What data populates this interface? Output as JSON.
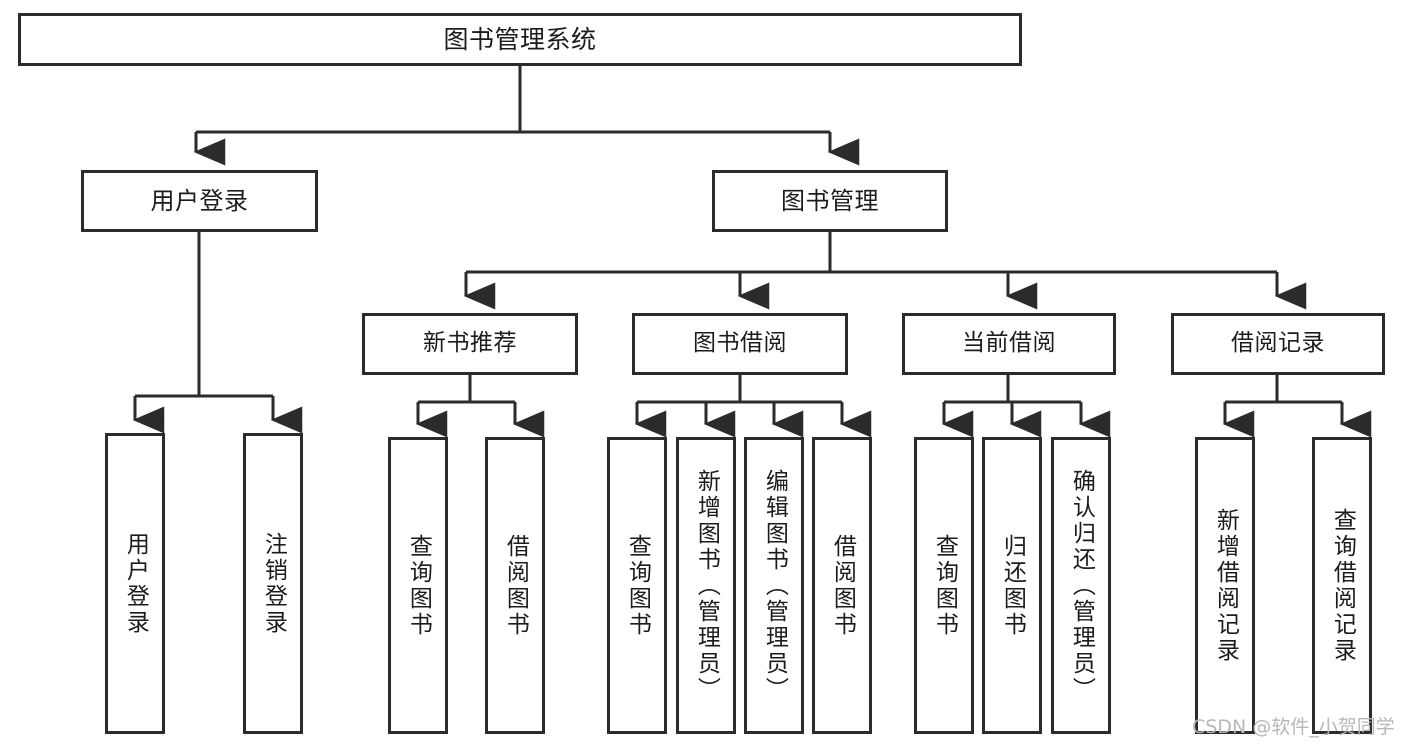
{
  "diagram": {
    "type": "hierarchy-tree",
    "title": "图书管理系统",
    "watermark": "CSDN @软件_小贺同学",
    "colors": {
      "box_border": "#2b2b2b",
      "box_fill": "#ffffff",
      "connector": "#2b2b2b",
      "text": "#1c1c1c",
      "watermark": "#b8b8b8"
    },
    "nodes": {
      "root": {
        "label": "图书管理系统"
      },
      "level2": [
        {
          "label": "用户登录"
        },
        {
          "label": "图书管理"
        }
      ],
      "level3": [
        {
          "label": "新书推荐"
        },
        {
          "label": "图书借阅"
        },
        {
          "label": "当前借阅"
        },
        {
          "label": "借阅记录"
        }
      ],
      "leaves": {
        "user_login": [
          {
            "label": "用户登录"
          },
          {
            "label": "注销登录"
          }
        ],
        "new_book": [
          {
            "label": "查询图书"
          },
          {
            "label": "借阅图书"
          }
        ],
        "book_borrow": [
          {
            "label": "查询图书"
          },
          {
            "label": "新增图书（管理员）"
          },
          {
            "label": "编辑图书（管理员）"
          },
          {
            "label": "借阅图书"
          }
        ],
        "current_borrow": [
          {
            "label": "查询图书"
          },
          {
            "label": "归还图书"
          },
          {
            "label": "确认归还（管理员）"
          }
        ],
        "borrow_record": [
          {
            "label": "新增借阅记录"
          },
          {
            "label": "查询借阅记录"
          }
        ]
      }
    }
  }
}
